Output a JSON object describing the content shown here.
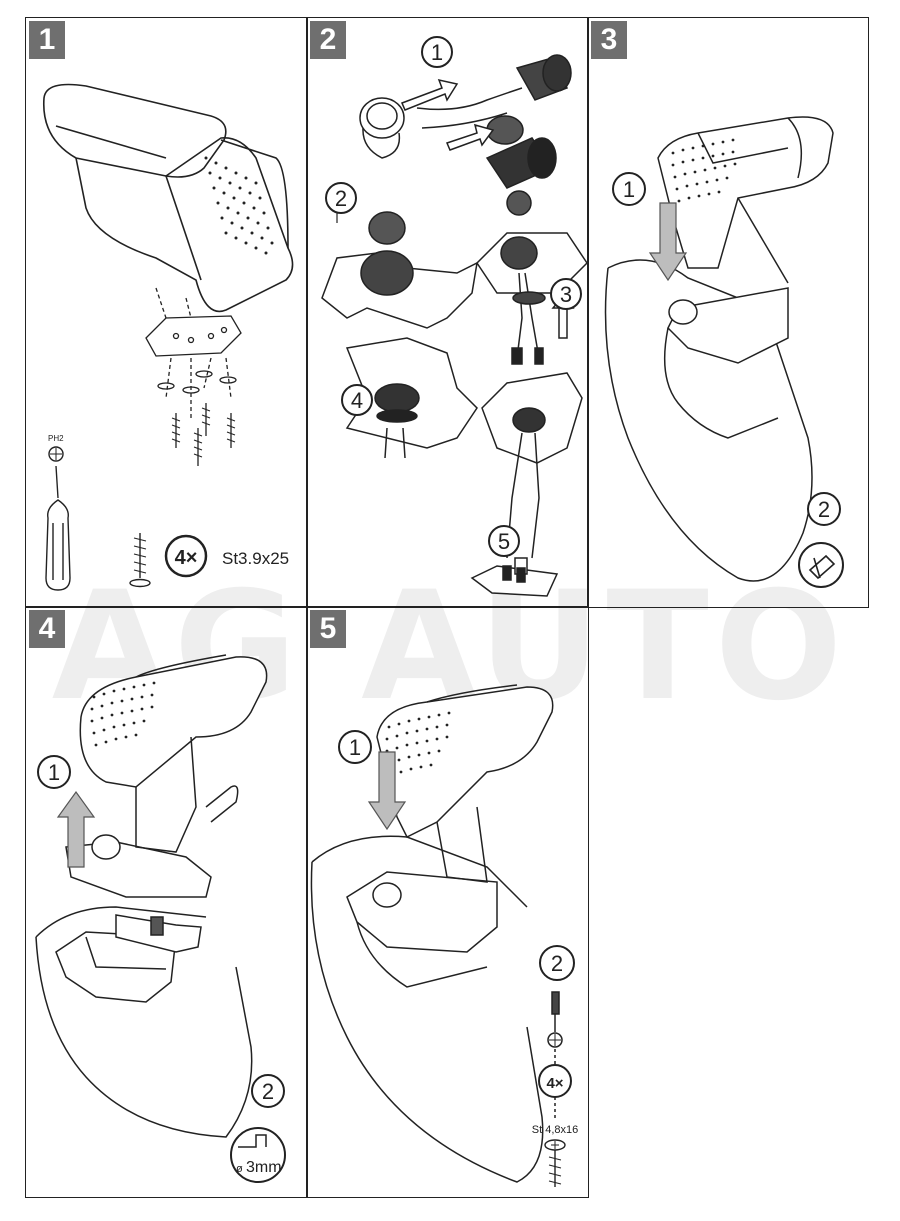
{
  "watermark": "AG AUTO",
  "panels": [
    {
      "step": "1"
    },
    {
      "step": "2"
    },
    {
      "step": "3"
    },
    {
      "step": "4"
    },
    {
      "step": "5"
    }
  ],
  "p1": {
    "bit_label": "PH2",
    "screw_count": "4×",
    "screw_spec": "St3.9x25"
  },
  "p2": {
    "c1": "1",
    "c2": "2",
    "c3": "3",
    "c4": "4",
    "c5": "5"
  },
  "p3": {
    "c1": "1",
    "c2": "2"
  },
  "p4": {
    "c1": "1",
    "c2": "2",
    "drill": "3mm",
    "dia": "ø"
  },
  "p5": {
    "c1": "1",
    "c2": "2",
    "screw_count": "4×",
    "screw_spec": "St 4,8x16"
  },
  "colors": {
    "badge": "#6f6f6f",
    "line": "#222222",
    "arrow": "#bdbdbd"
  }
}
